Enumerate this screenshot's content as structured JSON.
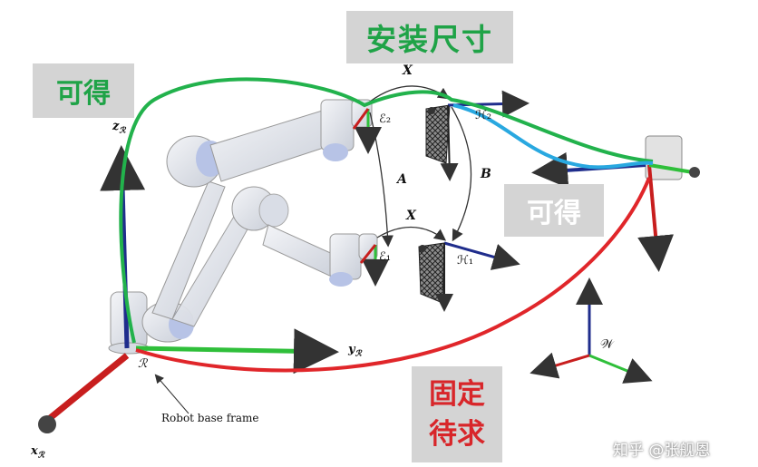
{
  "labels": {
    "install_size": "安装尺寸",
    "obtainable_1": "可得",
    "obtainable_2": "可得",
    "fixed_line1": "固定",
    "fixed_line2": "待求",
    "robot_base_frame": "Robot base frame",
    "watermark": "知乎 @张舰恩",
    "x_upper": "X",
    "x_lower": "X",
    "a": "A",
    "b": "B",
    "e2": "ℰ₂",
    "e1": "ℰ₁",
    "h2": "ℋ₂",
    "h1": "ℋ₁",
    "w": "𝒲",
    "zr": "z",
    "yr": "y",
    "xr": "x",
    "r_sub": "ℛ",
    "base_r": "ℛ"
  },
  "colors": {
    "green_curve": "#22b24c",
    "cyan_curve": "#29a8e0",
    "red_curve": "#e0262a",
    "axis_red": "#c81e1e",
    "axis_green": "#2fbf3a",
    "axis_blue": "#1f2d8c",
    "robot_body": "#e6e9ef",
    "robot_cap": "#b7c3e6"
  }
}
